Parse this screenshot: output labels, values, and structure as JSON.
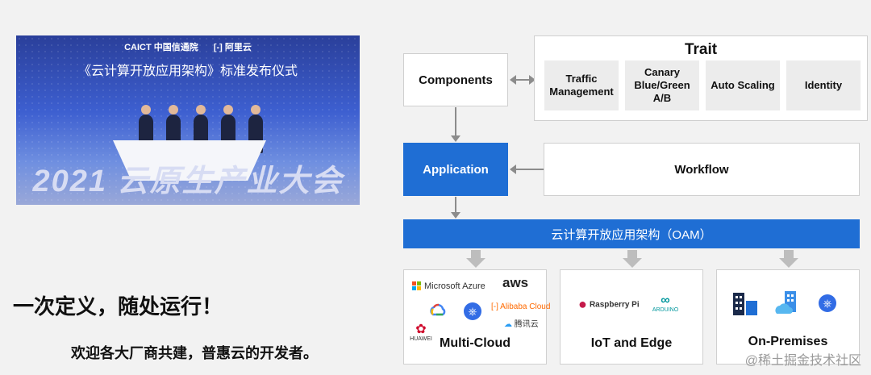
{
  "photo": {
    "logo_left": "CAICT 中国信通院",
    "logo_right": "[-] 阿里云",
    "event_title": "《云计算开放应用架构》标准发布仪式",
    "screen_text": "2021 云原生产业大会"
  },
  "slogan": "一次定义，随处运行！",
  "sub_slogan": "欢迎各大厂商共建，普惠云的开发者。",
  "diagram": {
    "components": "Components",
    "trait": {
      "title": "Trait",
      "items": [
        "Traffic Management",
        "Canary Blue/Green A/B",
        "Auto Scaling",
        "Identity"
      ]
    },
    "application": "Application",
    "workflow": "Workflow",
    "oam": "云计算开放应用架构（OAM）",
    "targets": [
      {
        "label": "Multi-Cloud"
      },
      {
        "label": "IoT and Edge"
      },
      {
        "label": "On-Premises"
      }
    ]
  },
  "logos": {
    "microsoft": "Microsoft Azure",
    "aws": "aws",
    "alibaba": "Alibaba Cloud",
    "tencent": "腾讯云",
    "huawei": "HUAWEI",
    "raspberry": "Raspberry Pi",
    "arduino": "ARDUINO"
  },
  "watermark": "@稀土掘金技术社区",
  "colors": {
    "accent_blue": "#1f6ed4",
    "arrow_gray": "#8c8c8c"
  }
}
